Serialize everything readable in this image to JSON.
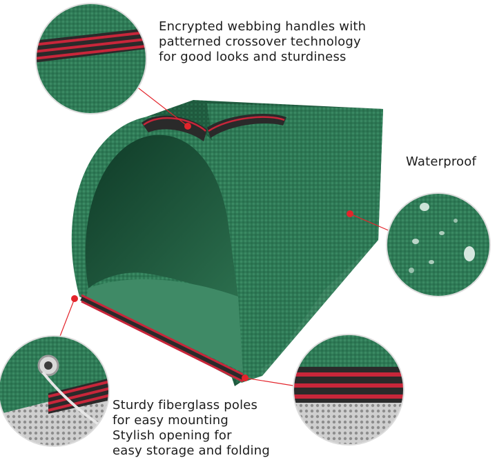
{
  "image": {
    "subject": "green garden leaf bag with handles",
    "colors": {
      "bag_green": "#2f7a56",
      "bag_dark": "#1f5a3e",
      "stripe_red": "#c8263a",
      "stripe_dark": "#2a2a2a",
      "callout_dot": "#e3242b",
      "callout_line": "#e3242b"
    }
  },
  "callouts": {
    "handles": {
      "lines": [
        "Encrypted webbing handles with",
        "patterned crossover technology",
        "for good looks and sturdiness"
      ]
    },
    "waterproof": {
      "lines": [
        "Waterproof"
      ]
    },
    "poles": {
      "lines": [
        "Sturdy fiberglass poles",
        "for easy mounting",
        "Stylish opening for",
        "easy storage and folding"
      ]
    }
  }
}
